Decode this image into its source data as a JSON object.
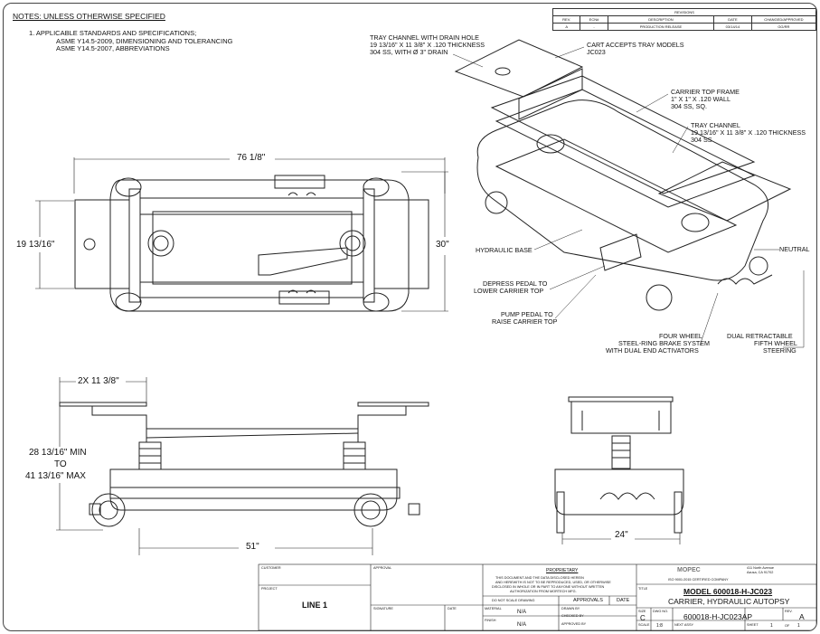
{
  "notes": {
    "title": "NOTES: UNLESS OTHERWISE SPECIFIED",
    "items": [
      "1.    APPLICABLE STANDARDS AND SPECIFICATIONS;",
      "ASME Y14.5-2009, DIMENSIONING AND TOLERANCING",
      "ASME Y14.5-2007, ABBREVIATIONS"
    ]
  },
  "revisions": {
    "title": "REVISIONS",
    "headers": [
      "REV.",
      "ECN#",
      "DESCRIPTION",
      "DATE",
      "CHANGED/APPROVED"
    ],
    "row": [
      "A",
      "-",
      "PRODUCTION RELEASE",
      "03/14/14",
      "GG/RR"
    ]
  },
  "dimensions": {
    "overall_length": "76 1/8\"",
    "base_width": "19 13/16\"",
    "tray_width": "30\"",
    "tray_length": "2X 11 3/8\"",
    "height_min": "28 13/16\" MIN",
    "height_to": "TO",
    "height_max": "41 13/16\" MAX",
    "wheelbase": "51\"",
    "end_width": "24\""
  },
  "callouts": {
    "tray_drain": [
      "TRAY CHANNEL WITH DRAIN HOLE",
      "19 13/16\" X 11 3/8\" X .120 THICKNESS",
      "304 SS, WITH Ø 3\" DRAIN"
    ],
    "cart_accepts": [
      "CART ACCEPTS TRAY MODELS",
      "JC023"
    ],
    "carrier_frame": [
      "CARRIER TOP FRAME",
      "1\" X 1\" X .120 WALL",
      "304 SS, SQ."
    ],
    "tray_channel": [
      "TRAY CHANNEL",
      "19 13/16\" X 11 3/8\" X .120 THICKNESS",
      "304 SS"
    ],
    "hydraulic_base": "HYDRAULIC BASE",
    "depress_pedal": [
      "DEPRESS PEDAL TO",
      "LOWER CARRIER TOP"
    ],
    "pump_pedal": [
      "PUMP PEDAL TO",
      "RAISE CARRIER TOP"
    ],
    "brake": [
      "FOUR WHEEL",
      "STEEL-RING BRAKE SYSTEM",
      "WITH DUAL END ACTIVATORS"
    ],
    "neutral": "NEUTRAL",
    "steering": [
      "DUAL RETRACTABLE",
      "FIFTH WHEEL",
      "STEERING"
    ]
  },
  "title_block": {
    "customer_label": "CUSTOMER",
    "project_label": "PROJECT",
    "project": "LINE 1",
    "approval_label": "APPROVAL",
    "signature_label": "SIGNATURE",
    "date_label": "DATE",
    "proprietary": "PROPRIETARY",
    "proprietary_text": [
      "THIS DOCUMENT AND THE DATA DISCLOSED HEREIN",
      "AND HEREWITH IS NOT TO BE REPRODUCED, USED, OR OTHERWISE",
      "DISCLOSED IN WHOLE OR IN PART TO ANYONE WITHOUT WRITTEN",
      "AUTHORIZATION FROM MORTECH MFG."
    ],
    "scale_note": "DO NOT SCALE DRAWING",
    "approvals_label": "APPROVALS",
    "date_col_label": "DATE",
    "material_label": "MATERIAL",
    "material": "N/A",
    "finish_label": "FINISH",
    "finish": "N/A",
    "drawn_label": "DRAWN BY",
    "checked_label": "CHECKED BY",
    "approved_label": "APPROVED BY",
    "company": "MOPEC",
    "company_tag": "ISO 9001:2015 CERTIFIED COMPANY",
    "address": [
      "411 North Avenue",
      "Azusa, CA 91702"
    ],
    "title_label": "TITLE",
    "model": "MODEL 600018-H-JC023",
    "title": "CARRIER, HYDRAULIC AUTOPSY",
    "size_label": "SIZE",
    "size": "C",
    "dwg_label": "DWG NO.",
    "dwg_no": "600018-H-JC023AP",
    "rev_label": "REV.",
    "rev": "A",
    "scale_label": "SCALE",
    "scale": "1:8",
    "next_assy_label": "NEXT ASSY",
    "sheet_label": "SHEET",
    "sheet": "1",
    "of_label": "OF",
    "sheet_total": "1"
  }
}
